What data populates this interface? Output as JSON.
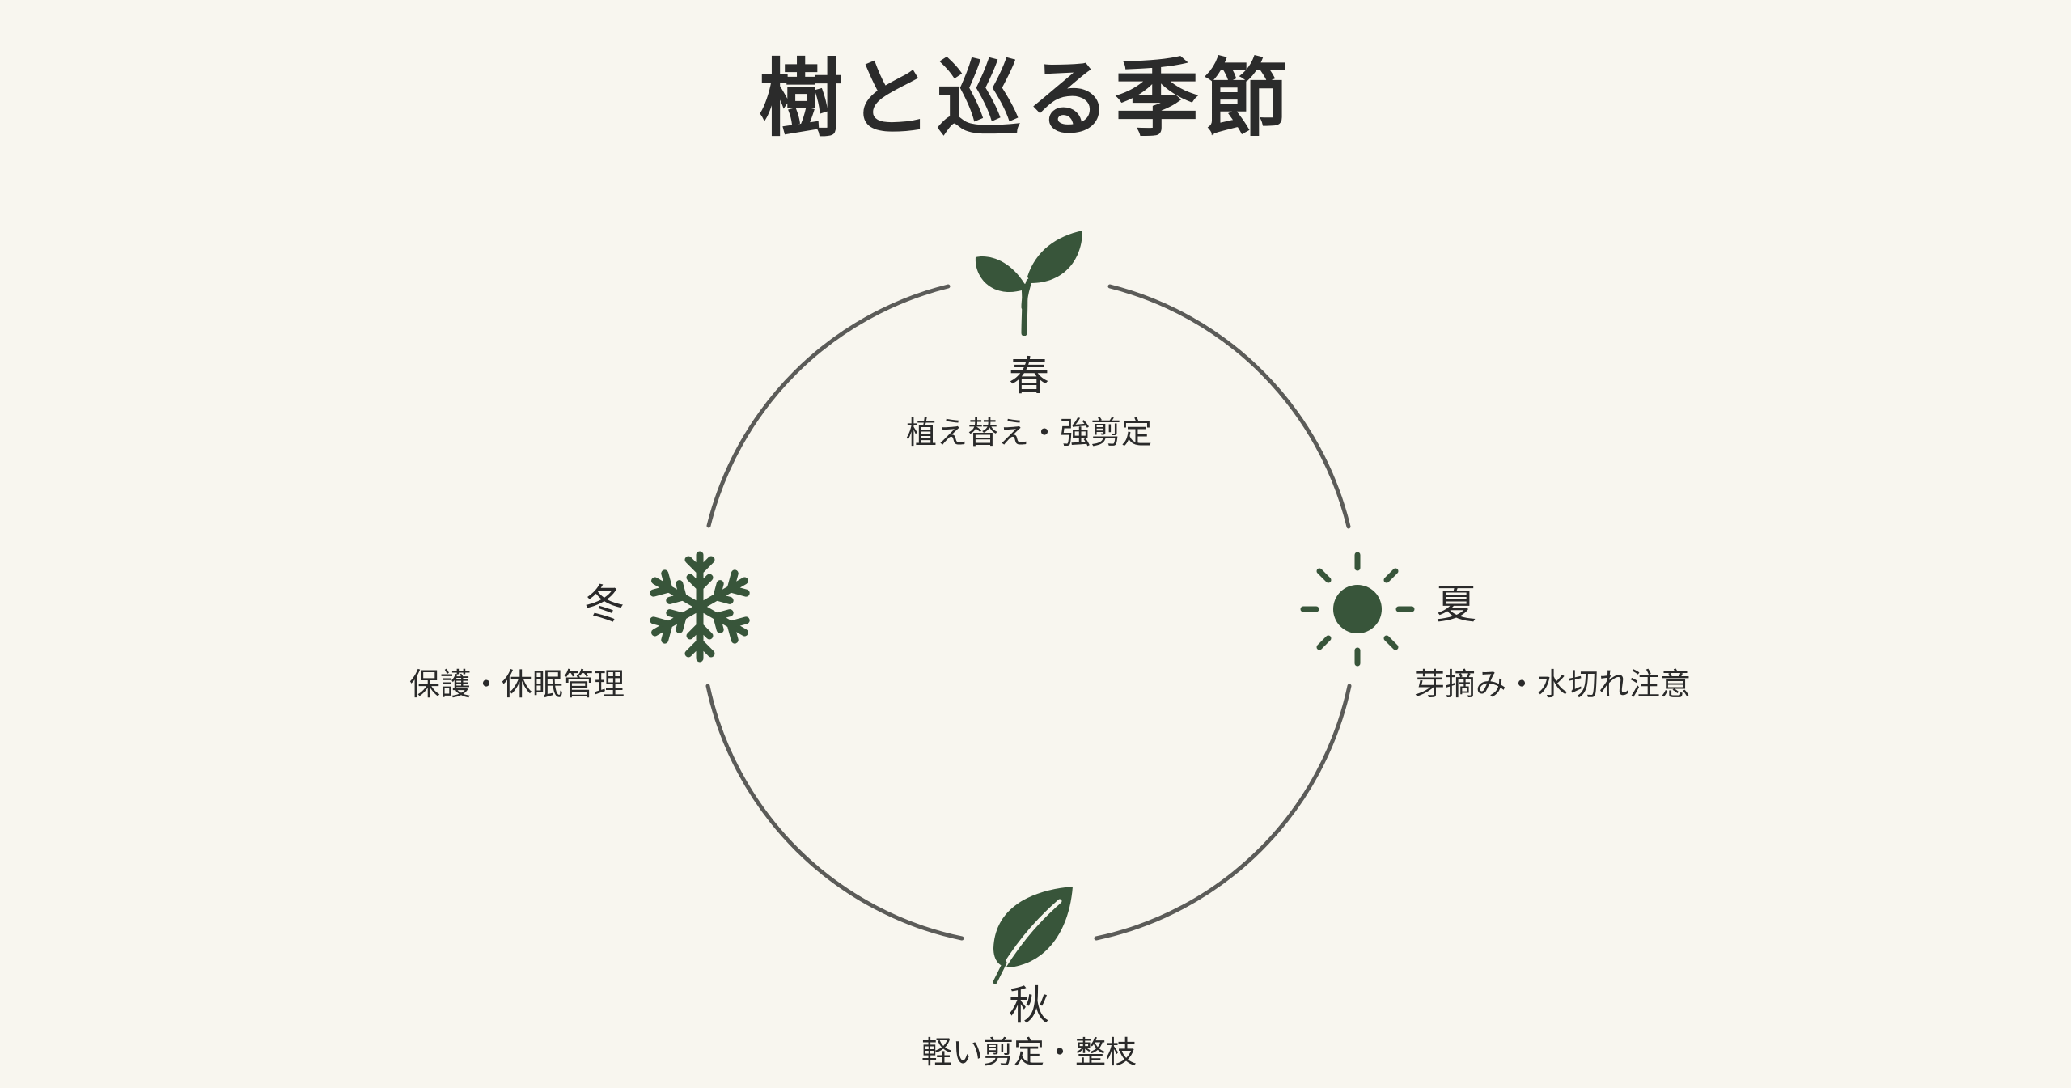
{
  "title": "樹と巡る季節",
  "colors": {
    "background": "#f8f6ef",
    "ring": "#5b5b58",
    "icon": "#38553a",
    "text": "#2a2a2a"
  },
  "seasons": [
    {
      "name": "春",
      "task": "植え替え・強剪定",
      "icon": "sprout-icon"
    },
    {
      "name": "夏",
      "task": "芽摘み・水切れ注意",
      "icon": "sun-icon"
    },
    {
      "name": "秋",
      "task": "軽い剪定・整枝",
      "icon": "leaf-icon"
    },
    {
      "name": "冬",
      "task": "保護・休眠管理",
      "icon": "snowflake-icon"
    }
  ]
}
